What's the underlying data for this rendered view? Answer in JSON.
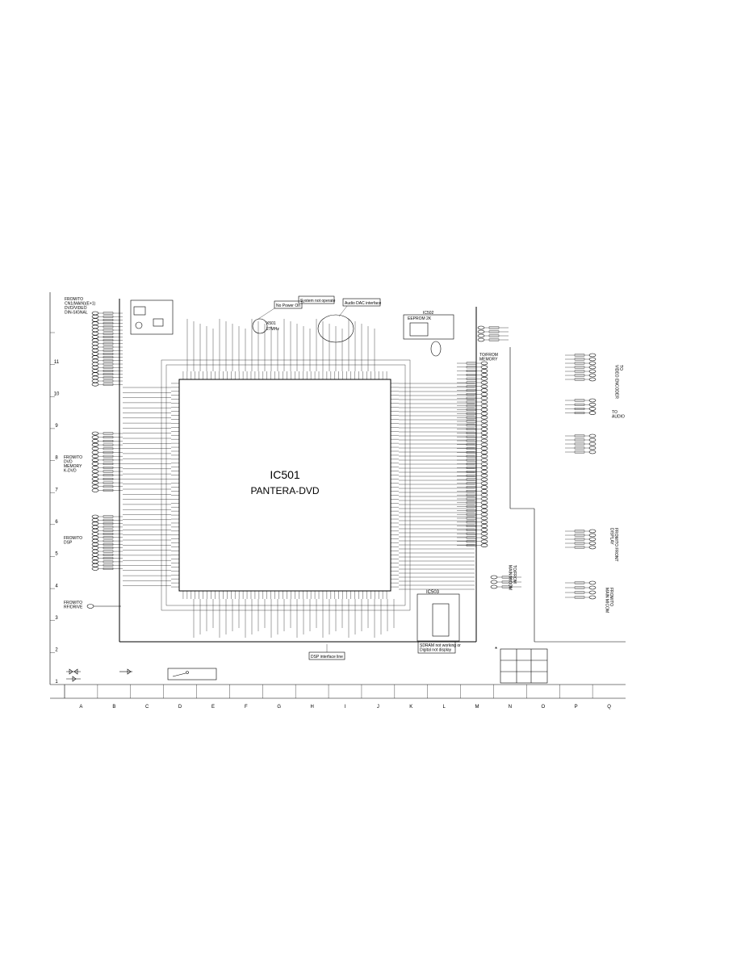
{
  "main_ic": {
    "ref": "IC501",
    "part": "PANTERA-DVD"
  },
  "sub_ics": {
    "crystal": {
      "ref": "X501",
      "freq": "27MHz"
    },
    "eeprom": {
      "ref": "IC502",
      "part": "EEPROM 2K"
    },
    "ic503": {
      "ref": "IC503"
    }
  },
  "callouts": {
    "no_power": "No Power On",
    "system_not_operate": "System not operate",
    "audio_dac": "Audio DAC interface",
    "dsp_interface": "DSP interface line",
    "sdram": "SDRAM not working or\nDigital not display"
  },
  "connector_groups": {
    "top_left": "FROM/TO\nCN1(MAIN)(E+1)\nDVD/VIDEO\nDIN-SIGNAL",
    "memory": "FROM/TO\nDVD\nMEMORY\nK-DVD",
    "dsp": "FROM/TO\nDSP",
    "rf": "FROM/TO\nRF/DRIVE",
    "right_top": "TO/FROM\nMEMORY",
    "right_video": "TO\nVIDEO\nENCODER",
    "right_audio": "TO\nAUDIO",
    "right_front": "FROM/TO\nFRONT\nDISPLAY",
    "right_bottom": "FROM/TO\nMAIN\nMICOM",
    "main_micom": "TO/FROM\nMAIN\nMICOM"
  },
  "grid": {
    "cols": [
      "A",
      "B",
      "C",
      "D",
      "E",
      "F",
      "G",
      "H",
      "I",
      "J",
      "K",
      "L",
      "M",
      "N",
      "O",
      "P",
      "Q"
    ],
    "rows": [
      "11",
      "10",
      "9",
      "8",
      "7",
      "6",
      "5",
      "4",
      "3",
      "2",
      "1"
    ]
  },
  "legend": {
    "asterisk": "*"
  }
}
